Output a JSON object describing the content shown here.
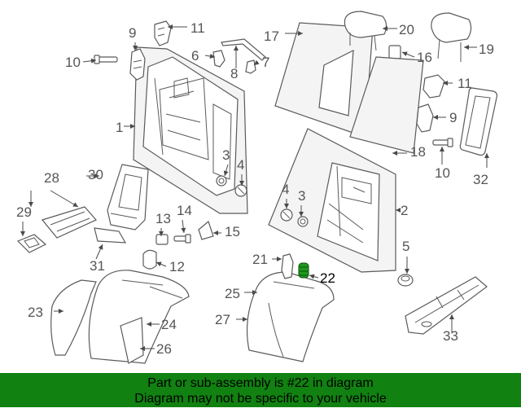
{
  "callouts": [
    "1",
    "2",
    "3",
    "3",
    "4",
    "4",
    "5",
    "6",
    "7",
    "8",
    "9",
    "9",
    "10",
    "10",
    "11",
    "11",
    "12",
    "13",
    "14",
    "15",
    "16",
    "17",
    "18",
    "19",
    "20",
    "21",
    "22",
    "23",
    "24",
    "25",
    "26",
    "27",
    "28",
    "29",
    "30",
    "31",
    "32",
    "33"
  ],
  "banner": {
    "line1": "Part or sub-assembly is #22 in diagram",
    "line2": "Diagram may not be specific to your vehicle"
  },
  "colors": {
    "banner": "#118111",
    "highlight": "#1e9a1e",
    "ink": "#555555"
  }
}
